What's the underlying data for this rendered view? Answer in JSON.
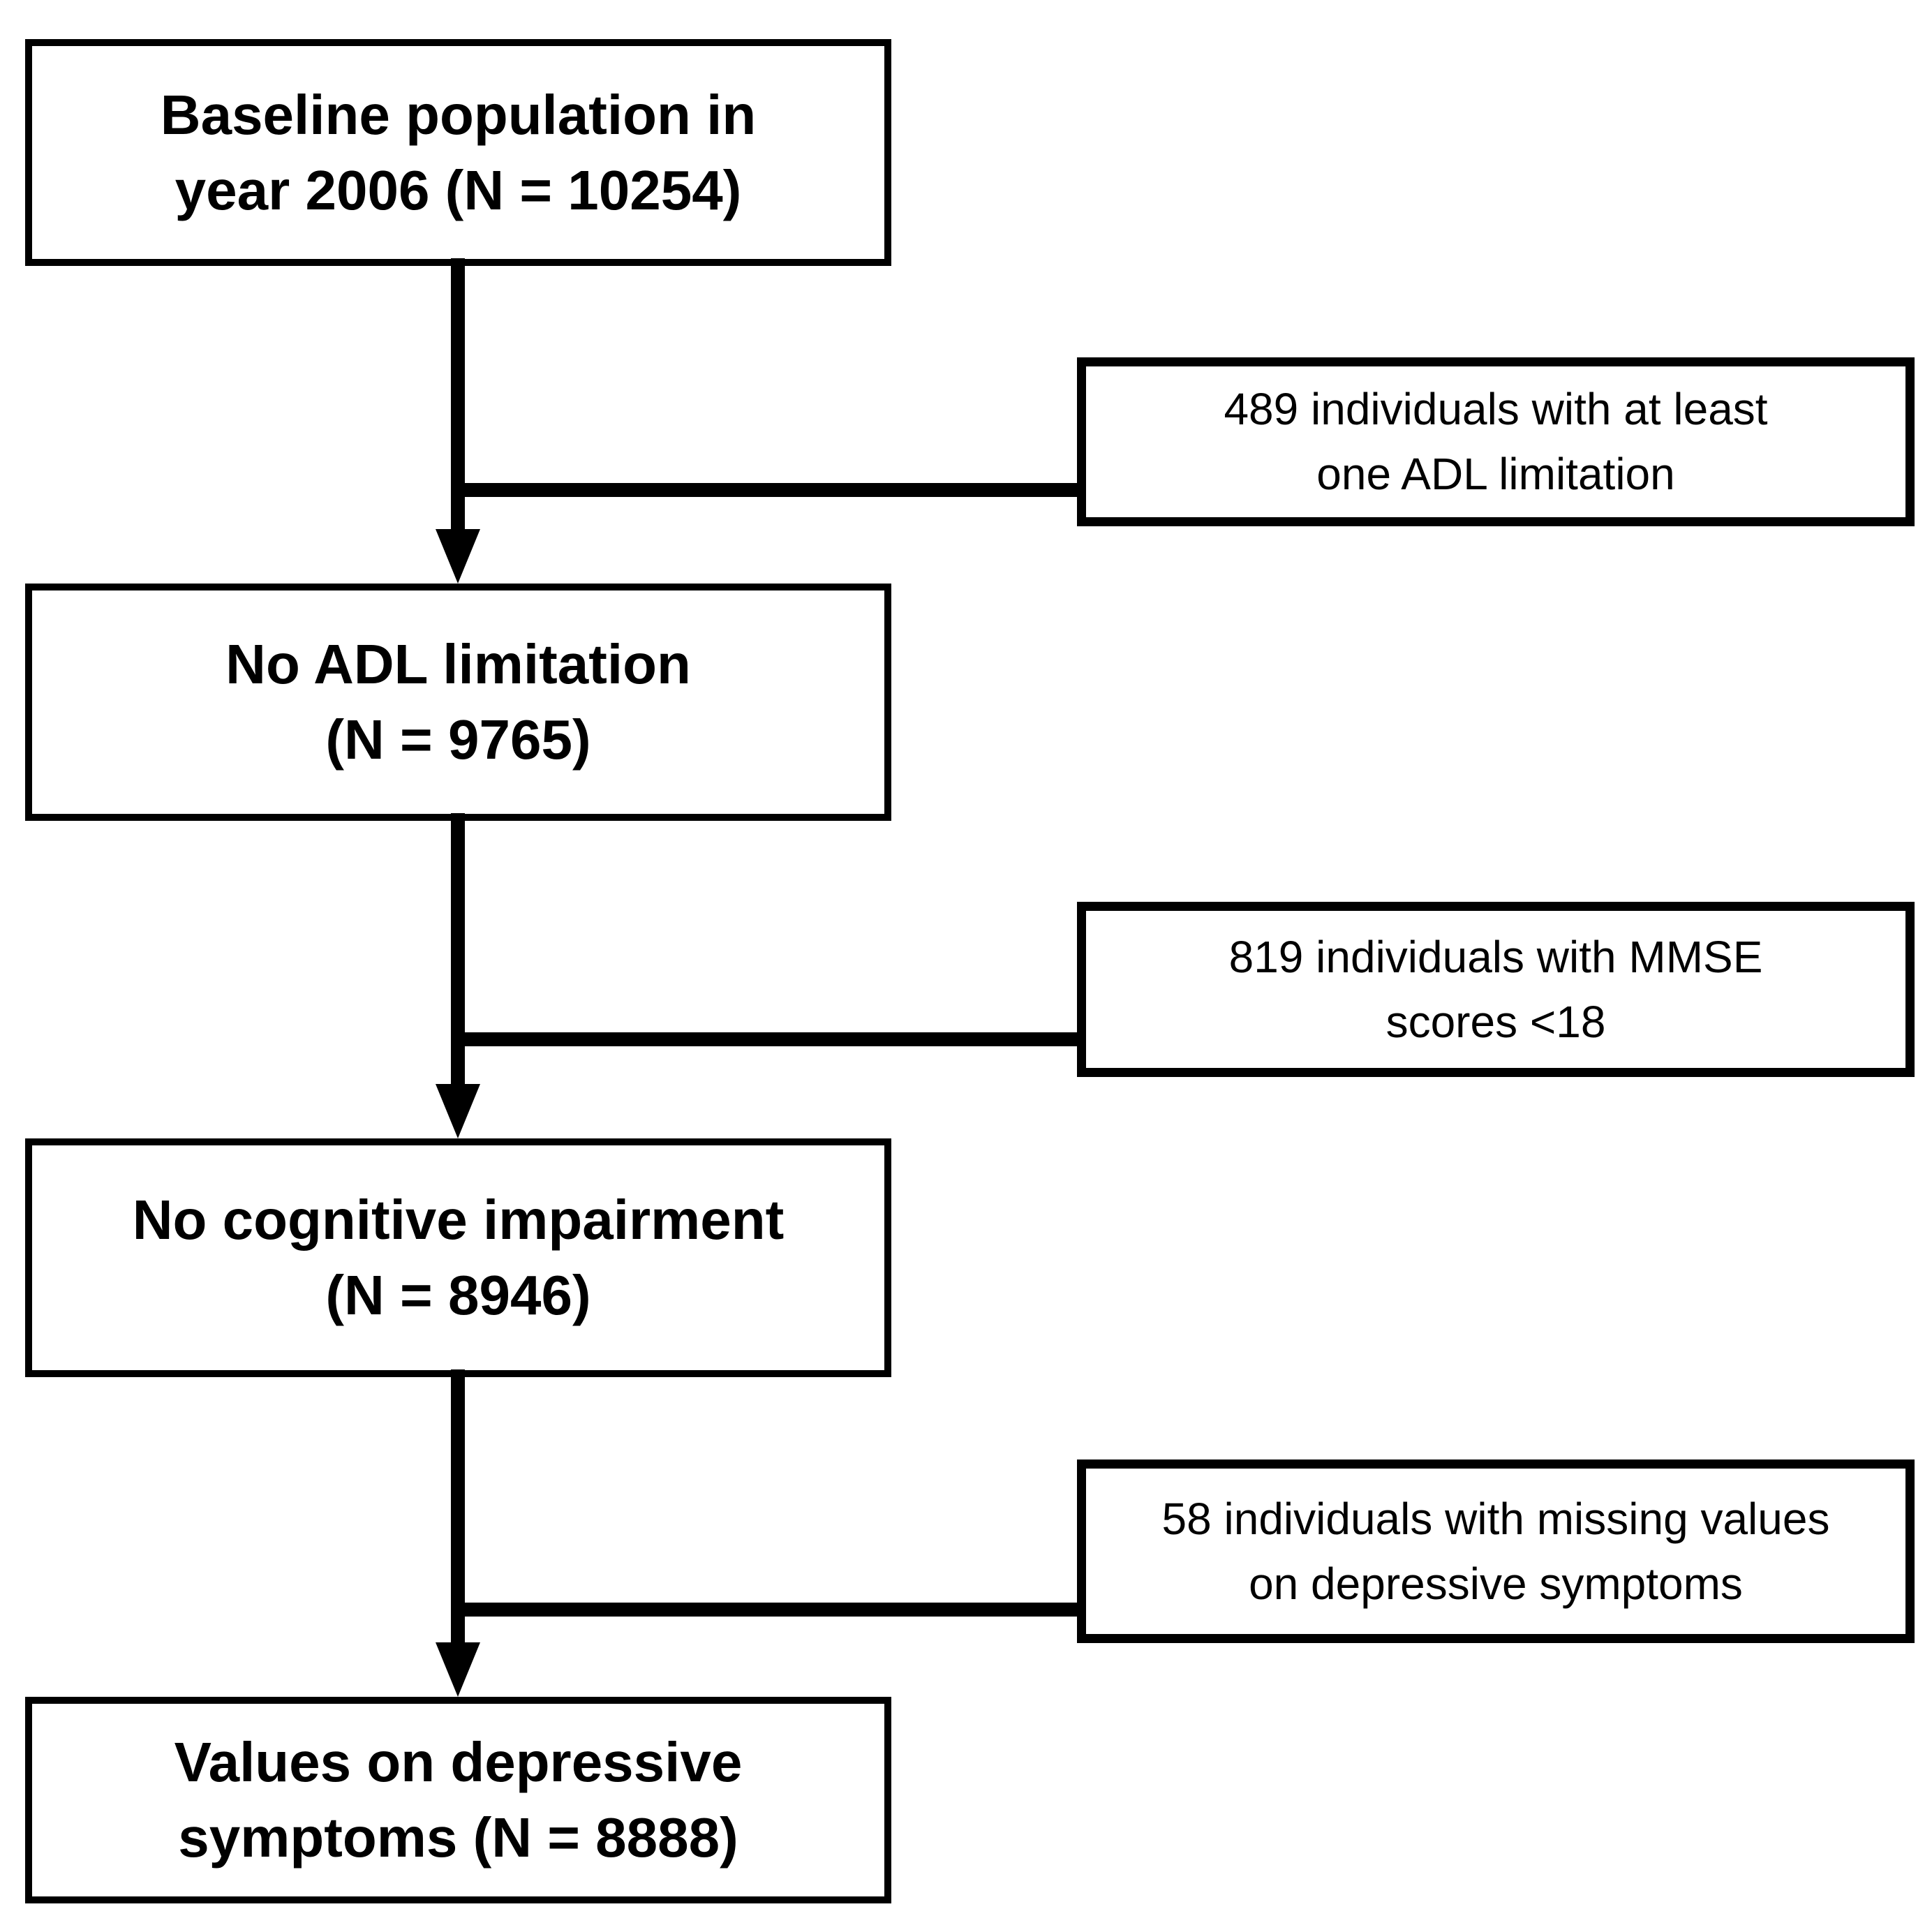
{
  "flowchart": {
    "background_color": "#ffffff",
    "line_color": "#000000",
    "text_color": "#000000",
    "main_boxes": [
      {
        "line1": "Baseline population in",
        "line2": "year 2006 (N = 10254)"
      },
      {
        "line1": "No ADL limitation",
        "line2": "(N = 9765)"
      },
      {
        "line1": "No cognitive impairment",
        "line2": "(N = 8946)"
      },
      {
        "line1": "Values on depressive",
        "line2": "symptoms (N = 8888)"
      }
    ],
    "exclusion_boxes": [
      {
        "line1": "489 individuals with at least",
        "line2": "one ADL limitation"
      },
      {
        "line1": "819 individuals with MMSE",
        "line2": "scores <18"
      },
      {
        "line1": "58 individuals with missing values",
        "line2": "on depressive symptoms"
      }
    ]
  }
}
